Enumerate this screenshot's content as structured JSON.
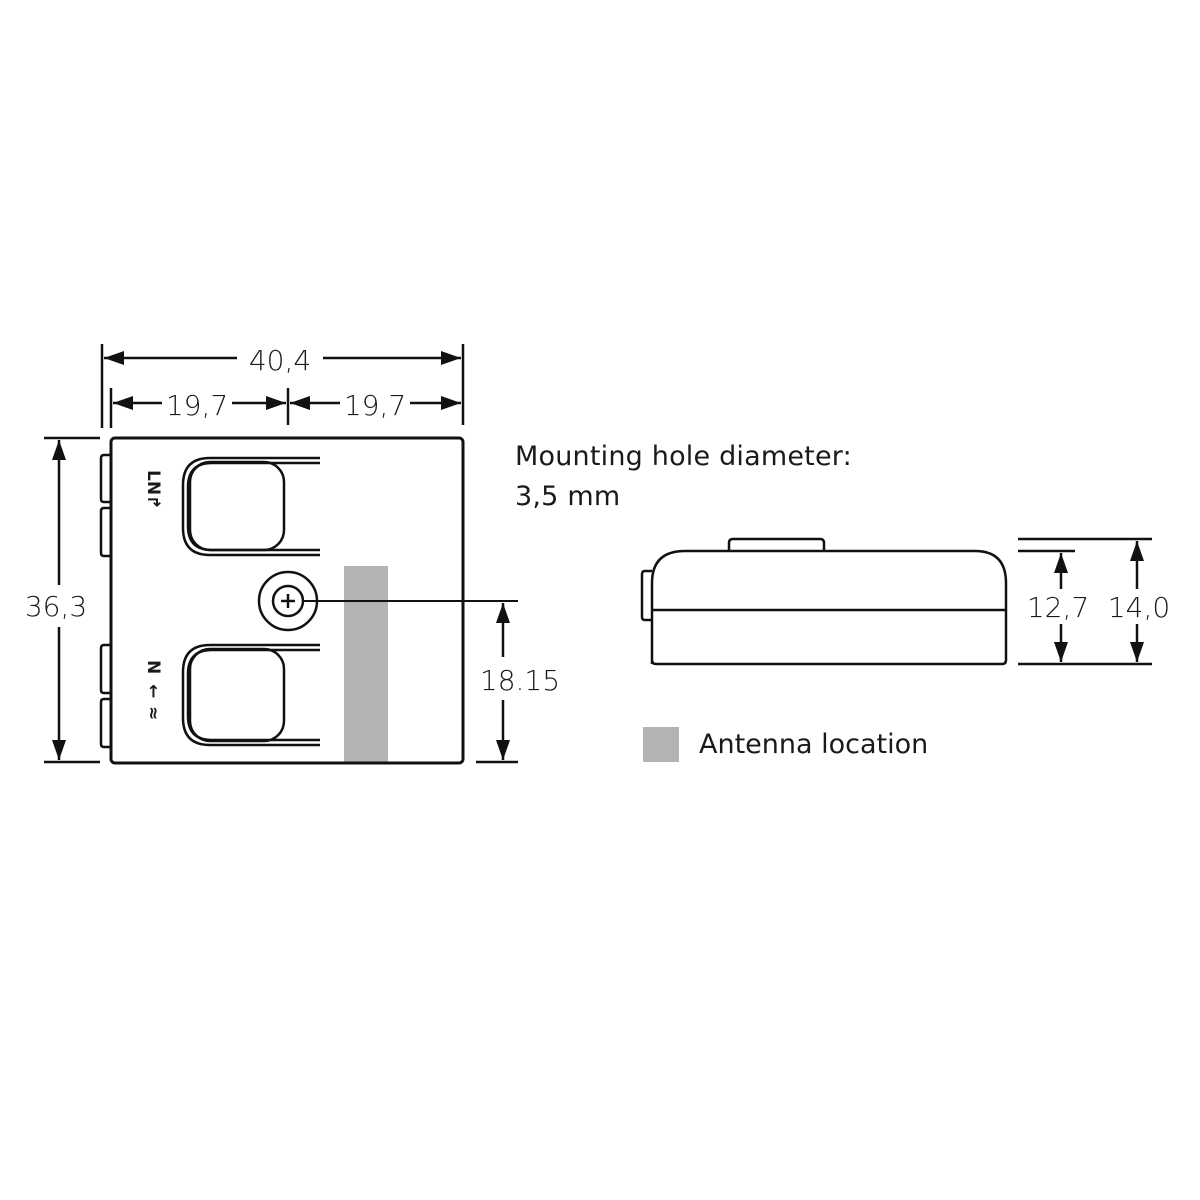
{
  "front_view": {
    "dimensions": {
      "overall_width": "40,4",
      "left_half_width": "19,7",
      "right_half_width": "19,7",
      "overall_height": "36,3",
      "hole_to_bottom": "18.15"
    },
    "terminals": [
      {
        "label": "LN",
        "marking": "L N with arrow (input)"
      },
      {
        "label": "N",
        "marking": "N, arrow, ~ (output)"
      }
    ],
    "terminal_top_text": "LN↱",
    "terminal_bottom_n": "N",
    "terminal_bottom_arrow": "←",
    "terminal_bottom_tilde": "≈"
  },
  "side_view": {
    "dimensions": {
      "body_height": "12,7",
      "overall_height": "14,0"
    }
  },
  "notes": {
    "mounting_hole_line1": "Mounting hole diameter:",
    "mounting_hole_line2": "3,5 mm"
  },
  "legend": {
    "antenna_label": "Antenna location",
    "antenna_color": "#b3b3b3"
  },
  "colors": {
    "line": "#111111",
    "background": "#ffffff",
    "antenna": "#b3b3b3"
  }
}
